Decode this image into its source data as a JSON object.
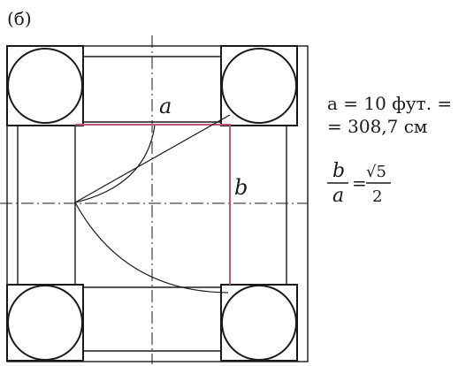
{
  "figure_label": "(б)",
  "labels": {
    "a": "a",
    "b": "b"
  },
  "formula": {
    "line1": "a = 10 фут. =",
    "line2": "= 308,7 см",
    "ratio_numerator": "b",
    "ratio_denominator": "a",
    "ratio_eq": "=",
    "ratio_value_numerator": "√5",
    "ratio_value_denominator": "2"
  },
  "colors": {
    "ink": "#1a1a1a",
    "highlight": "#c0547a"
  }
}
